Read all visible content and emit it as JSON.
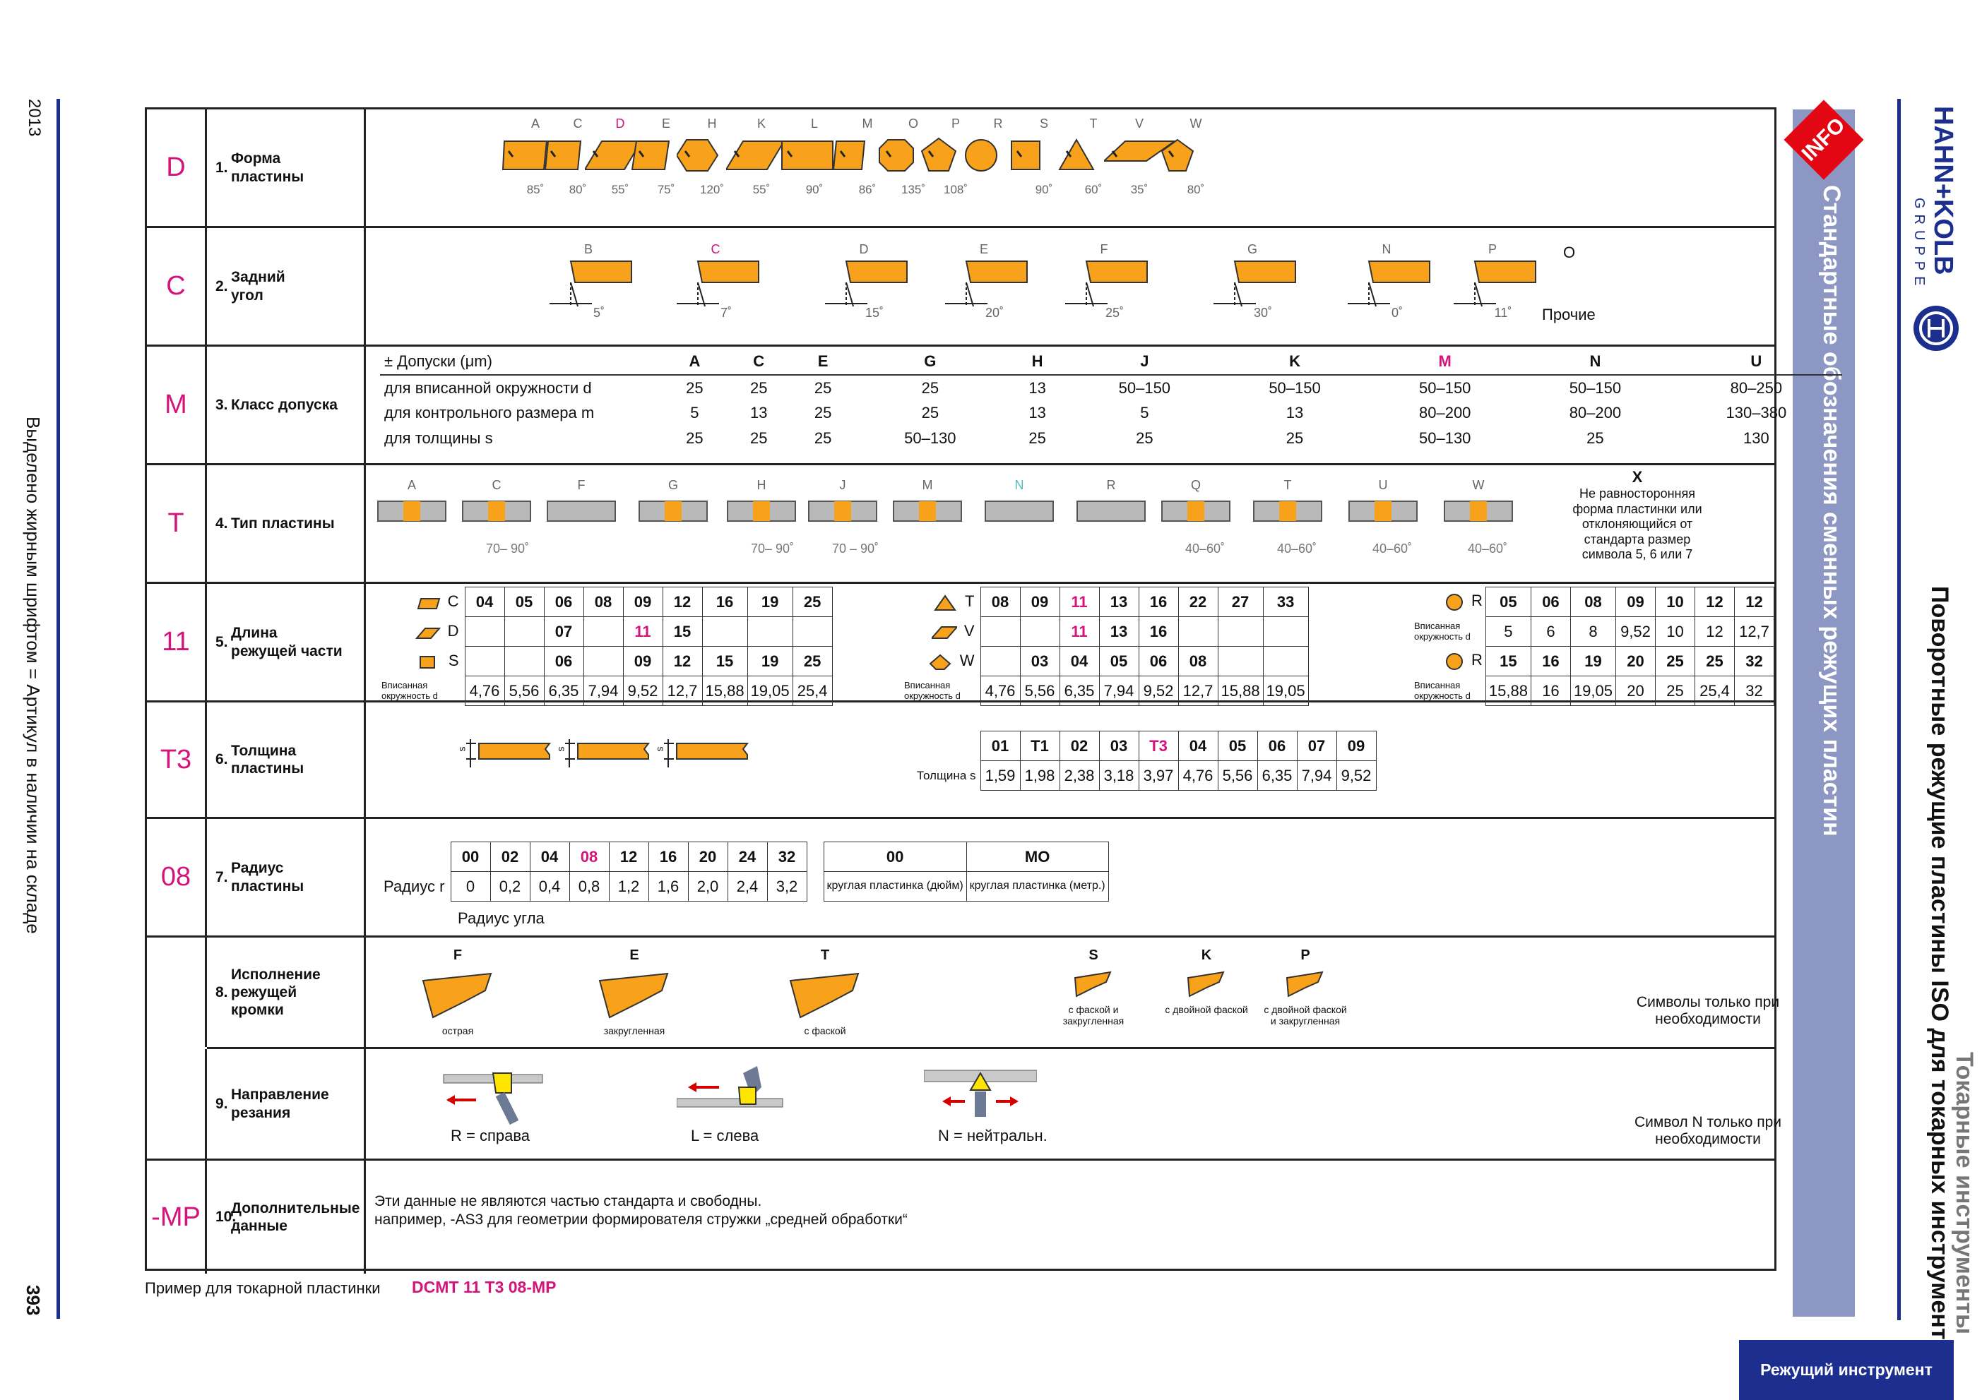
{
  "page_number": "393",
  "year": "2013",
  "left_note": "Выделено жирным шрифтом = Артикул в наличии на складе",
  "right_title_1": "Поворотные режущие пластины ISO для токарных инструментов",
  "right_title_2": "Токарные инструменты",
  "band_title": "Стандартные обозначения сменных режущих пластин",
  "info_badge": "INFO",
  "brand": "HAHN+KOLB",
  "brand_sub": "GRUPPE",
  "bottom_tab": "Режущий инструмент",
  "example_label": "Пример для токарной пластинки",
  "example_code": "DCMT 11 T3 08-MP",
  "rows": [
    {
      "code": "D",
      "num": "1.",
      "label": "Форма\nпластины"
    },
    {
      "code": "C",
      "num": "2.",
      "label": "Задний\nугол"
    },
    {
      "code": "M",
      "num": "3.",
      "label": "Класс допуска"
    },
    {
      "code": "T",
      "num": "4.",
      "label": "Тип пластины"
    },
    {
      "code": "11",
      "num": "5.",
      "label": "Длина\nрежущей части"
    },
    {
      "code": "T3",
      "num": "6.",
      "label": "Толщина\nпластины"
    },
    {
      "code": "08",
      "num": "7.",
      "label": "Радиус\nпластины"
    },
    {
      "code": "",
      "num": "8.",
      "label": "Исполнение\nрежущей\nкромки"
    },
    {
      "code": "",
      "num": "9.",
      "label": "Направление\nрезания"
    },
    {
      "code": "-MP",
      "num": "10.",
      "label": "Дополнительные\nданные"
    }
  ],
  "shapes": [
    {
      "l": "A",
      "a": "85˚"
    },
    {
      "l": "C",
      "a": "80˚"
    },
    {
      "l": "D",
      "a": "55˚",
      "hl": true
    },
    {
      "l": "E",
      "a": "75˚"
    },
    {
      "l": "H",
      "a": "120˚"
    },
    {
      "l": "K",
      "a": "55˚"
    },
    {
      "l": "L",
      "a": "90˚"
    },
    {
      "l": "M",
      "a": "86˚"
    },
    {
      "l": "O",
      "a": "135˚"
    },
    {
      "l": "P",
      "a": "108˚"
    },
    {
      "l": "R",
      "a": ""
    },
    {
      "l": "S",
      "a": "90˚"
    },
    {
      "l": "T",
      "a": "60˚"
    },
    {
      "l": "V",
      "a": "35˚"
    },
    {
      "l": "W",
      "a": "80˚"
    }
  ],
  "clearance": [
    {
      "l": "B",
      "a": "5˚"
    },
    {
      "l": "C",
      "a": "7˚",
      "hl": true
    },
    {
      "l": "D",
      "a": "15˚"
    },
    {
      "l": "E",
      "a": "20˚"
    },
    {
      "l": "F",
      "a": "25˚"
    },
    {
      "l": "G",
      "a": "30˚"
    },
    {
      "l": "N",
      "a": "0˚"
    },
    {
      "l": "P",
      "a": "11˚"
    }
  ],
  "clearance_other_letter": "O",
  "clearance_other": "Прочие",
  "tolerance": {
    "header": "± Допуски (μm)",
    "classes": [
      "A",
      "C",
      "E",
      "G",
      "H",
      "J",
      "K",
      "M",
      "N",
      "U"
    ],
    "rows": [
      {
        "label": "для вписанной окружности d",
        "vals": [
          "25",
          "25",
          "25",
          "25",
          "13",
          "50–150",
          "50–150",
          "50–150",
          "50–150",
          "80–250"
        ]
      },
      {
        "label": "для контрольного размера m",
        "vals": [
          "5",
          "13",
          "25",
          "25",
          "13",
          "5",
          "13",
          "80–200",
          "80–200",
          "130–380"
        ]
      },
      {
        "label": "для толщины s",
        "vals": [
          "25",
          "25",
          "25",
          "50–130",
          "25",
          "25",
          "25",
          "50–130",
          "25",
          "130"
        ]
      }
    ]
  },
  "types": [
    {
      "l": "A"
    },
    {
      "l": "C",
      "a": "70– 90˚"
    },
    {
      "l": "F"
    },
    {
      "l": "G"
    },
    {
      "l": "H",
      "a": "70– 90˚"
    },
    {
      "l": "J",
      "a": "70  –  90˚"
    },
    {
      "l": "M"
    },
    {
      "l": "N"
    },
    {
      "l": "R"
    },
    {
      "l": "Q",
      "a": "40–60˚"
    },
    {
      "l": "T",
      "a": "40–60˚"
    },
    {
      "l": "U",
      "a": "40–60˚"
    },
    {
      "l": "W",
      "a": "40–60˚"
    }
  ],
  "type_x": "X",
  "type_x_desc": "Не равносторонняя форма пластинки или отклоняющийся от стандарта размер символа 5, 6 или 7",
  "length": {
    "t1": {
      "head": [
        "04",
        "05",
        "06",
        "08",
        "09",
        "12",
        "16",
        "19",
        "25"
      ],
      "rows": [
        {
          "k": "C",
          "v": [
            "04",
            "05",
            "06",
            "08",
            "09",
            "12",
            "16",
            "19",
            "25"
          ]
        },
        {
          "k": "D",
          "v": [
            "",
            "",
            "07",
            "",
            "11",
            "15",
            "",
            "",
            ""
          ]
        },
        {
          "k": "S",
          "v": [
            "",
            "",
            "06",
            "",
            "09",
            "12",
            "15",
            "19",
            "25"
          ]
        }
      ],
      "ic_label": "Вписанная окружность d",
      "ic": [
        "4,76",
        "5,56",
        "6,35",
        "7,94",
        "9,52",
        "12,7",
        "15,88",
        "19,05",
        "25,4"
      ]
    },
    "t2": {
      "rows": [
        {
          "k": "T",
          "v": [
            "08",
            "09",
            "11",
            "13",
            "16",
            "22",
            "27",
            "33"
          ]
        },
        {
          "k": "V",
          "v": [
            "",
            "",
            "11",
            "13",
            "16",
            "",
            "",
            ""
          ]
        },
        {
          "k": "W",
          "v": [
            "",
            "03",
            "04",
            "05",
            "06",
            "08",
            "",
            ""
          ]
        }
      ],
      "ic_label": "Вписанная окружность d",
      "ic": [
        "4,76",
        "5,56",
        "6,35",
        "7,94",
        "9,52",
        "12,7",
        "15,88",
        "19,05"
      ]
    },
    "t3": {
      "r1": [
        "05",
        "06",
        "08",
        "09",
        "10",
        "12",
        "12"
      ],
      "d1": [
        "5",
        "6",
        "8",
        "9,52",
        "10",
        "12",
        "12,7"
      ],
      "r2": [
        "15",
        "16",
        "19",
        "20",
        "25",
        "25",
        "32"
      ],
      "d2": [
        "15,88",
        "16",
        "19,05",
        "20",
        "25",
        "25,4",
        "32"
      ],
      "k": "R",
      "ic_label": "Вписанная окружность d"
    }
  },
  "thickness": {
    "codes": [
      "01",
      "T1",
      "02",
      "03",
      "T3",
      "04",
      "05",
      "06",
      "07",
      "09"
    ],
    "vals": [
      "1,59",
      "1,98",
      "2,38",
      "3,18",
      "3,97",
      "4,76",
      "5,56",
      "6,35",
      "7,94",
      "9,52"
    ],
    "label": "Толщина s",
    "s": "s"
  },
  "radius": {
    "codes": [
      "00",
      "02",
      "04",
      "08",
      "12",
      "16",
      "20",
      "24",
      "32"
    ],
    "vals": [
      "0",
      "0,2",
      "0,4",
      "0,8",
      "1,2",
      "1,6",
      "2,0",
      "2,4",
      "3,2"
    ],
    "label": "Радиус r",
    "sub": "Радиус угла",
    "c1": "00",
    "c1d": "круглая пластинка (дюйм)",
    "c2": "MO",
    "c2d": "круглая пластинка (метр.)"
  },
  "edges": [
    {
      "l": "F",
      "c": "острая"
    },
    {
      "l": "E",
      "c": "закругленная"
    },
    {
      "l": "T",
      "c": "с фаской"
    },
    {
      "l": "S",
      "c": "с фаской и закругленная"
    },
    {
      "l": "K",
      "c": "с двойной фаской"
    },
    {
      "l": "P",
      "c": "с двойной фаской и закругленная"
    }
  ],
  "edges_note": "Символы только при необходимости",
  "direction": [
    {
      "c": "R = справа"
    },
    {
      "c": "L = слева"
    },
    {
      "c": "N = нейтральн."
    }
  ],
  "direction_note": "Символ N только при необходимости",
  "extra_1": "Эти данные не являются частью стандарта и свободны.",
  "extra_2": "например, -AS3 для геометрии формирователя стружки „средней обработки“",
  "colors": {
    "accent": "#d4147a",
    "orange": "#f7a21a",
    "navy": "#1c2f8f",
    "band": "#8d97c4"
  }
}
